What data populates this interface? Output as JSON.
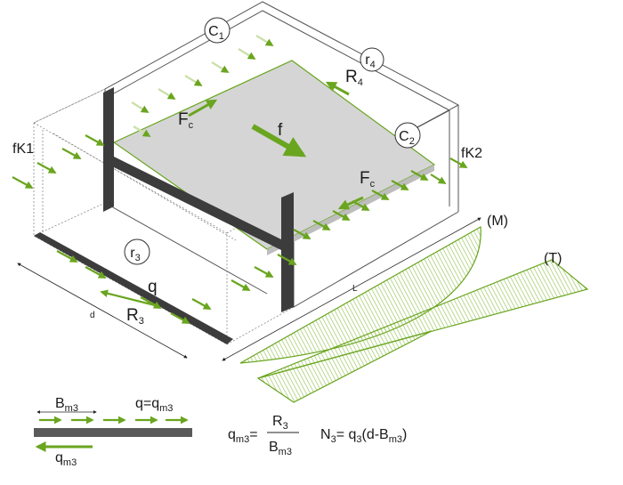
{
  "labels": {
    "C1": {
      "main": "C",
      "sub": "1"
    },
    "C2": {
      "main": "C",
      "sub": "2"
    },
    "r3": {
      "main": "r",
      "sub": "3"
    },
    "r4": {
      "main": "r",
      "sub": "4"
    },
    "R3": {
      "main": "R",
      "sub": "3"
    },
    "R4": {
      "main": "R",
      "sub": "4"
    },
    "Fc": {
      "main": "F",
      "sub": "c"
    },
    "f": "f",
    "q": "q",
    "fK1": "fK1",
    "fK2": "fK2",
    "M": "(M)",
    "T": "(T)",
    "d": "d",
    "L": "L"
  },
  "legend": {
    "Bm3": {
      "main": "B",
      "sub": "m3"
    },
    "q_eq": {
      "lhs": "q=q",
      "sub": "m3"
    },
    "qm3": {
      "main": "q",
      "sub": "m3"
    }
  },
  "formulas": {
    "lhs_main": "q",
    "lhs_sub": "m3",
    "eq": "=",
    "num_main": "R",
    "num_sub": "3",
    "den_main": "B",
    "den_sub": "m3",
    "n_main": "N",
    "n_sub": "3",
    "n_eq": "= q",
    "n_q_sub": "3",
    "n_paren": "(d-B",
    "n_b_sub": "m3",
    "n_close": ")"
  },
  "colors": {
    "green": "#6aa51f",
    "dark": "#3c3c3c",
    "slab": "#d5d5d5",
    "hatch": "#8fbf4a"
  }
}
